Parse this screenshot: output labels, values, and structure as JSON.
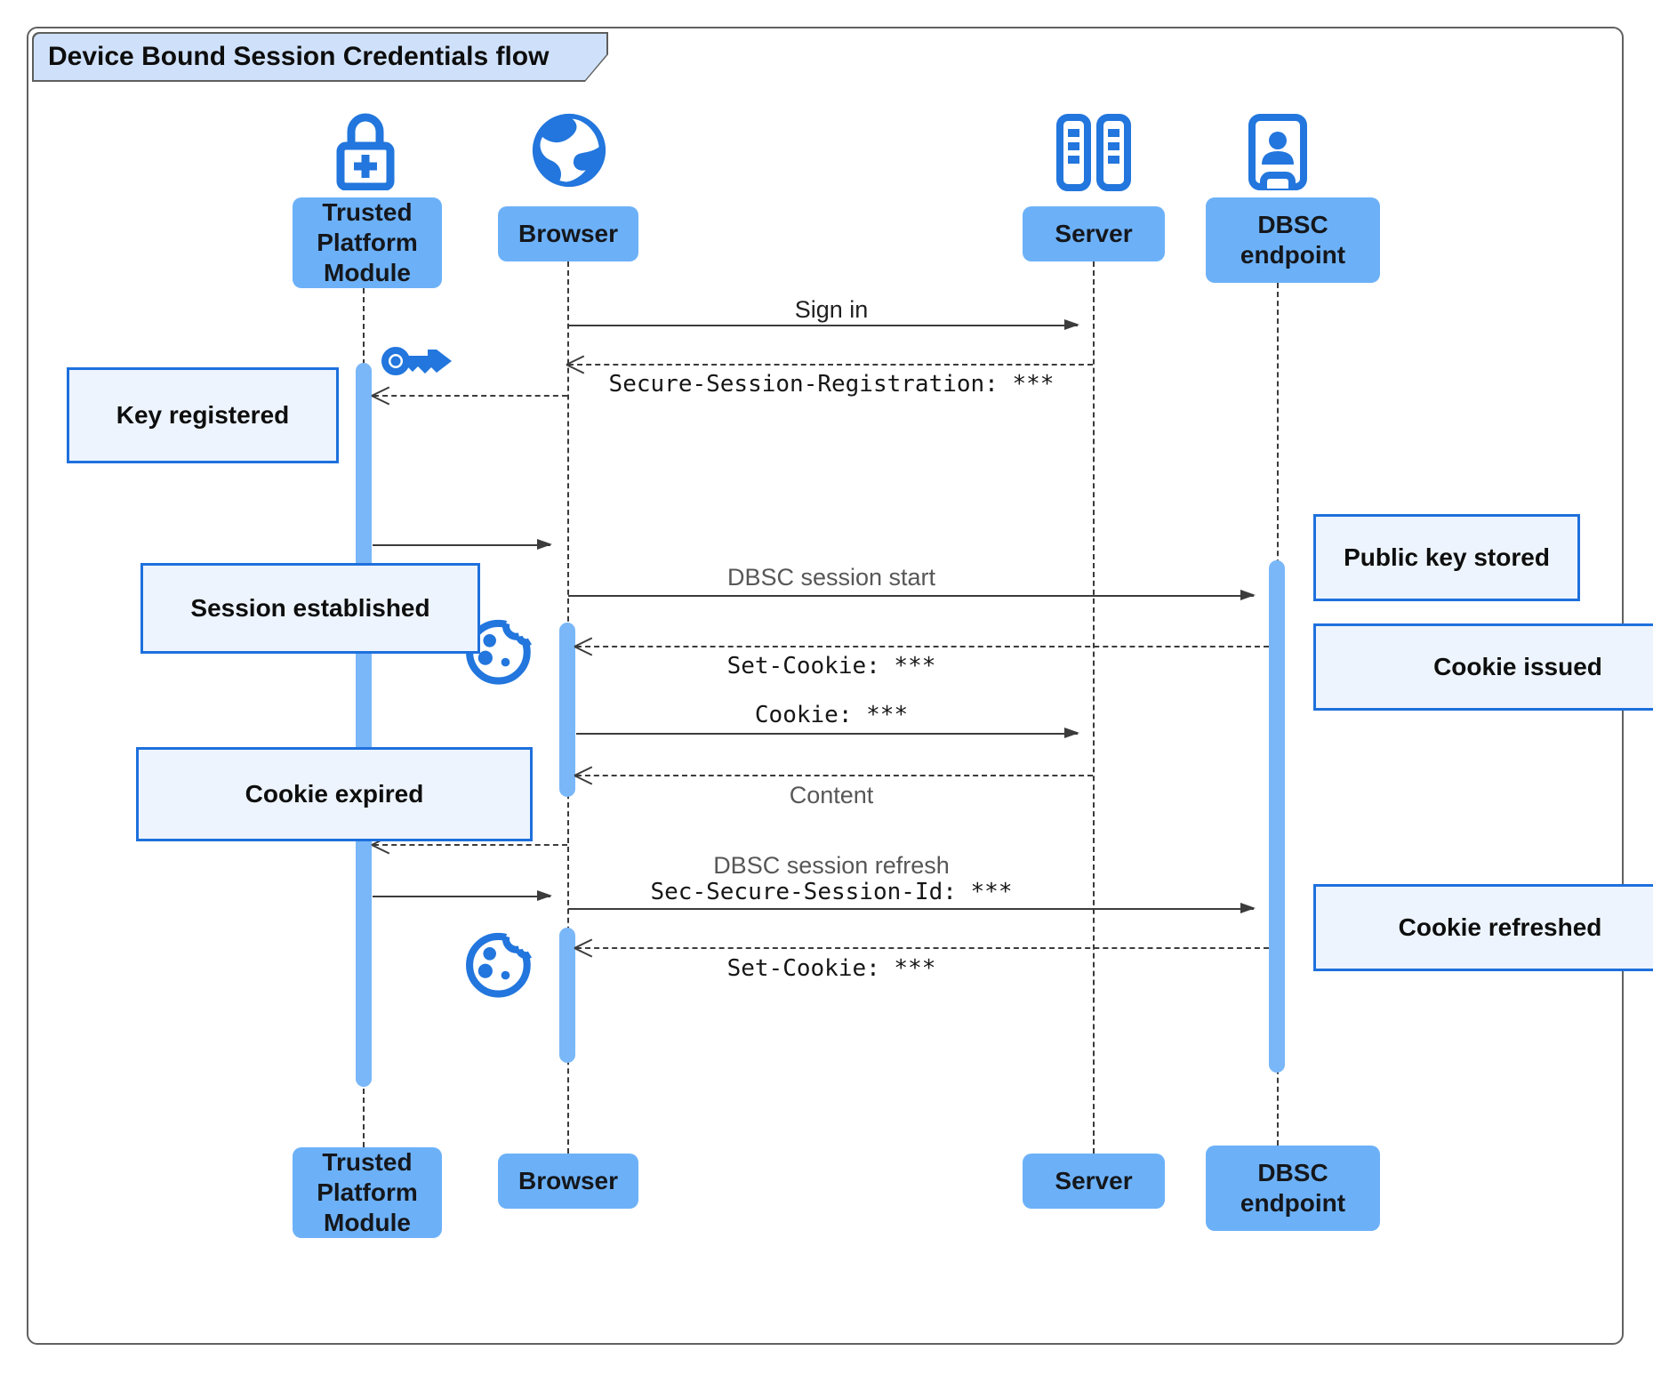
{
  "title": "Device Bound Session Credentials flow",
  "participants": [
    {
      "id": "tpm",
      "label": "Trusted Platform Module",
      "icon": "lock-plus-icon"
    },
    {
      "id": "browser",
      "label": "Browser",
      "icon": "globe-icon"
    },
    {
      "id": "server",
      "label": "Server",
      "icon": "server-rack-icon"
    },
    {
      "id": "dbsc",
      "label": "DBSC endpoint",
      "icon": "id-badge-icon"
    }
  ],
  "messages": [
    {
      "text": "Sign in",
      "from": "Browser",
      "to": "Server",
      "style": "solid"
    },
    {
      "text": "Secure-Session-Registration: ***",
      "from": "Server",
      "to": "Browser",
      "style": "dashed"
    },
    {
      "text": "DBSC session start",
      "from": "Browser",
      "to": "DBSC endpoint",
      "style": "solid"
    },
    {
      "text": "Set-Cookie: ***",
      "from": "DBSC endpoint",
      "to": "Browser",
      "style": "dashed"
    },
    {
      "text": "Cookie: ***",
      "from": "Browser",
      "to": "Server",
      "style": "solid"
    },
    {
      "text": "Content",
      "from": "Server",
      "to": "Browser",
      "style": "dashed"
    },
    {
      "text": "DBSC session refresh",
      "from": "Browser",
      "to": "DBSC endpoint",
      "style": "solid"
    },
    {
      "text": "Sec-Secure-Session-Id: ***",
      "from": "Browser",
      "to": "DBSC endpoint",
      "style": "solid"
    },
    {
      "text": "Set-Cookie: ***",
      "from": "DBSC endpoint",
      "to": "Browser",
      "style": "dashed"
    }
  ],
  "notes": [
    {
      "text": "Key registered"
    },
    {
      "text": "Session established"
    },
    {
      "text": "Cookie expired"
    },
    {
      "text": "Public key stored"
    },
    {
      "text": "Cookie issued"
    },
    {
      "text": "Cookie refreshed"
    }
  ],
  "icons": {
    "tpm": "lock-plus-icon",
    "browser": "globe-icon",
    "server": "server-rack-icon",
    "dbsc": "id-badge-icon",
    "key": "key-icon",
    "cookie": "cookie-icon"
  },
  "colors": {
    "icon_blue": "#2276dd",
    "participant_fill": "#6cb1f8",
    "activation_fill": "#79b7f8",
    "note_fill": "#edf4fd",
    "note_border": "#1e70dd",
    "title_fill": "#cfe1fa",
    "frame_border": "#616161",
    "line": "#3c3c3c"
  }
}
